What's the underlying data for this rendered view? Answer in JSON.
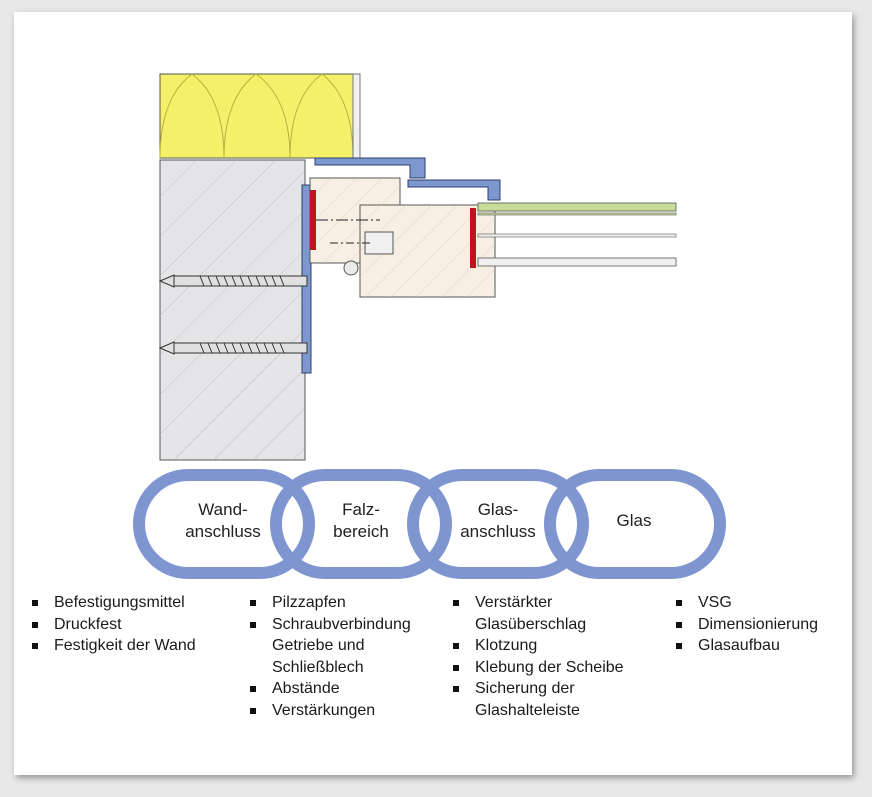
{
  "colors": {
    "insulation": "#f4f06a",
    "wall": "#e5e4e6",
    "wood": "#f8efe4",
    "frame_metal": "#7d98cf",
    "seal": "#c0141c",
    "glass": "#c8dc9a",
    "chain_link": "#7f95cf"
  },
  "chain": {
    "link1": {
      "line1": "Wand-",
      "line2": "anschluss"
    },
    "link2": {
      "line1": "Falz-",
      "line2": "bereich"
    },
    "link3": {
      "line1": "Glas-",
      "line2": "anschluss"
    },
    "link4": {
      "line1": "Glas"
    }
  },
  "columns": {
    "wandanschluss": [
      "Befestigungsmittel",
      "Druckfest",
      "Festigkeit der Wand"
    ],
    "falzbereich": [
      {
        "line1": "Pilzzapfen"
      },
      {
        "line1": "Schraubverbindung",
        "line2": "Getriebe und",
        "line3": "Schließblech"
      },
      {
        "line1": "Abstände"
      },
      {
        "line1": "Verstärkungen"
      }
    ],
    "glasanschluss": [
      {
        "line1": "Verstärkter",
        "line2": "Glasüberschlag"
      },
      {
        "line1": "Klotzung"
      },
      {
        "line1": "Klebung der Scheibe"
      },
      {
        "line1": "Sicherung der",
        "line2": "Glashalteleiste"
      }
    ],
    "glas": [
      "VSG",
      "Dimensionierung",
      "Glasaufbau"
    ]
  }
}
